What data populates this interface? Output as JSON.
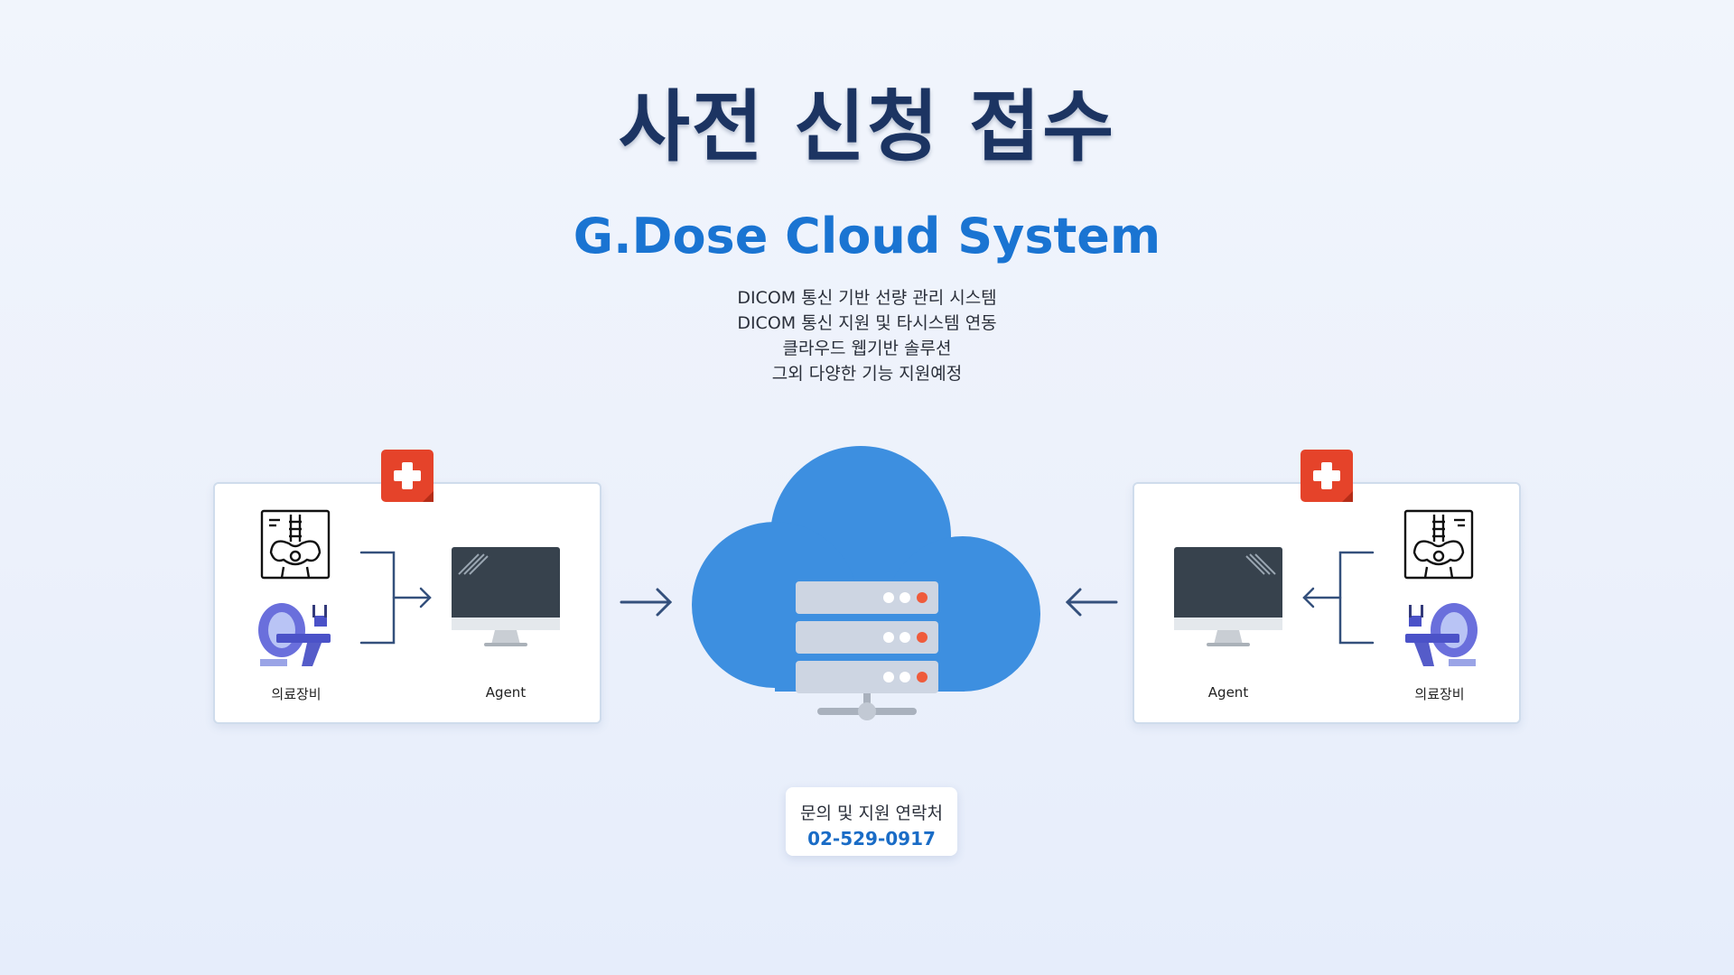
{
  "header": {
    "title": "사전 신청 접수",
    "subtitle": "G.Dose Cloud System"
  },
  "features": [
    "DICOM 통신 기반 선량 관리 시스템",
    "DICOM 통신 지원 및 타시스템 연동",
    "클라우드 웹기반 솔루션",
    "그외 다양한 기능 지원예정"
  ],
  "panel_left": {
    "device_label": "의료장비",
    "agent_label": "Agent"
  },
  "panel_right": {
    "agent_label": "Agent",
    "device_label": "의료장비"
  },
  "contact": {
    "label": "문의 및 지원 연락처",
    "phone": "02-529-0917"
  },
  "colors": {
    "title": "#1c3462",
    "subtitle": "#1a74d2",
    "cloud": "#3d8fe0",
    "badge": "#e5432a",
    "arrow": "#34507c",
    "phone": "#1a6cc6"
  },
  "icons": {
    "badge": "medical-cross-icon",
    "xray": "xray-pelvis-icon",
    "scanner": "ct-scanner-icon",
    "monitor": "computer-monitor-icon",
    "cloud": "cloud-server-icon"
  }
}
